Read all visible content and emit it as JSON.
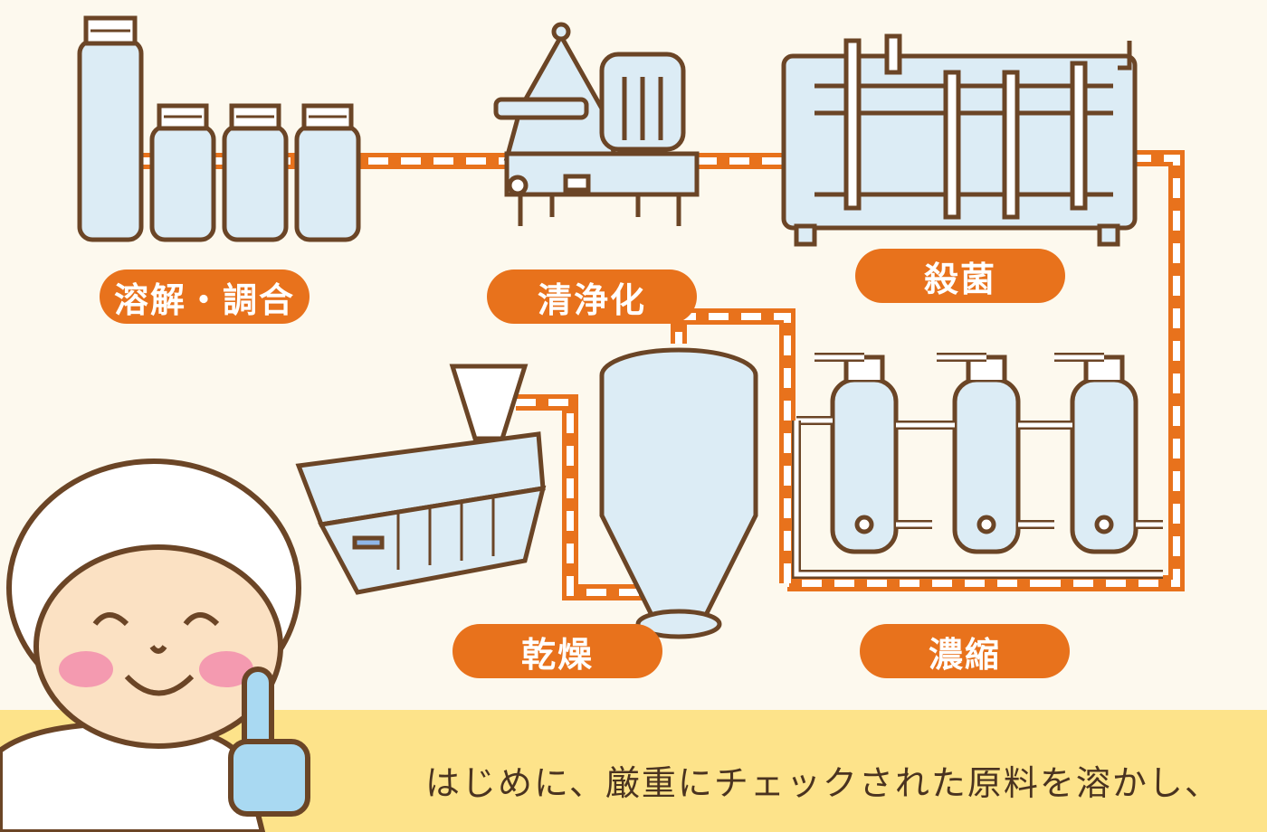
{
  "steps": {
    "dissolve": "溶解・調合",
    "clarify": "清浄化",
    "sterilize": "殺菌",
    "concentrate": "濃縮",
    "dry": "乾燥"
  },
  "caption": "はじめに、厳重にチェックされた原料を溶かし、",
  "colors": {
    "accent": "#e8721c",
    "outline": "#6b4526",
    "machine_fill": "#dcecf5",
    "background": "#fdf9ee",
    "bottom_band": "#fde38a",
    "cheek": "#f49ab0",
    "skin": "#fbe1c3"
  },
  "icons": {
    "worker": "worker-character-icon",
    "thumbs": "pointing-finger-icon"
  }
}
